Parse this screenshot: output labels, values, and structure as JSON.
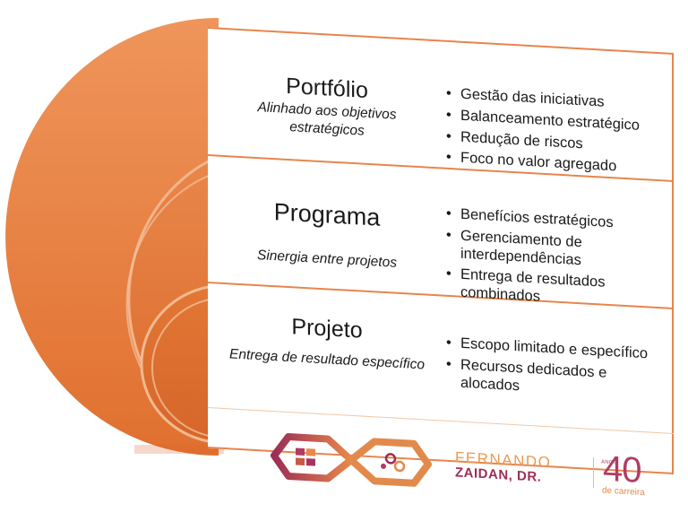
{
  "colors": {
    "arc_light": "#ee9459",
    "arc_dark": "#dc6a2c",
    "panel_border": "#e7854c",
    "brand_orange": "#e99a52",
    "brand_magenta": "#9c2e57"
  },
  "tiers": [
    {
      "title": "Portfólio",
      "subtitle": "Alinhado aos objetivos estratégicos",
      "bullets": [
        "Gestão das iniciativas",
        "Balanceamento estratégico",
        "Redução de riscos",
        "Foco no valor agregado"
      ]
    },
    {
      "title": "Programa",
      "subtitle": "Sinergia entre projetos",
      "bullets": [
        "Benefícios estratégicos",
        "Gerenciamento de interdependências",
        "Entrega de resultados combinados"
      ]
    },
    {
      "title": "Projeto",
      "subtitle": "Entrega de resultado específico",
      "bullets": [
        "Escopo limitado e específico",
        "Recursos dedicados e alocados"
      ]
    }
  ],
  "logo": {
    "name_line1": "FERNANDO",
    "name_line2": "ZAIDAN, DR.",
    "years_number": "40",
    "years_word": "ANOS",
    "years_caption": "de carreira"
  }
}
